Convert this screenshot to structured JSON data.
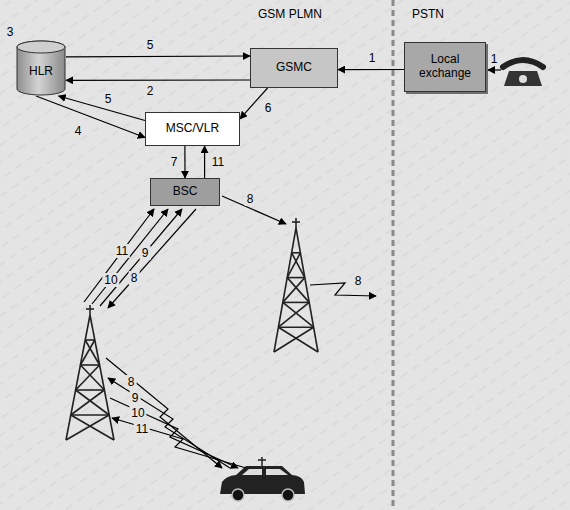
{
  "diagram": {
    "nodes": [
      {
        "text": [
          "HLR"
        ]
      },
      {
        "text": [
          "GSMC"
        ]
      },
      {
        "text": [
          "Local exchange"
        ]
      },
      {
        "text": [
          "MSC/VLR"
        ]
      },
      {
        "text": [
          "BSC"
        ]
      }
    ],
    "edges": [
      {
        "from": 2,
        "to": 1,
        "arrow": "to",
        "label": "1"
      },
      {
        "from": 1,
        "to": 0,
        "arrow": "to",
        "label": "2"
      },
      {
        "from": 0,
        "to": 1,
        "arrow": "to",
        "label": "5"
      },
      {
        "from": 0,
        "to": 3,
        "arrow": "to",
        "label": "4"
      },
      {
        "from": 3,
        "to": 0,
        "arrow": "to",
        "label": "5"
      },
      {
        "from": 1,
        "to": 3,
        "arrow": "to",
        "label": "6"
      },
      {
        "from": 3,
        "to": 4,
        "arrow": "to",
        "label": "7"
      },
      {
        "from": 4,
        "to": 3,
        "arrow": "to",
        "label": "11"
      }
    ],
    "labels": [
      "3",
      "GSM PLMN",
      "PSTN",
      "1",
      "8",
      "8",
      "11",
      "10",
      "9",
      "8",
      "8",
      "9",
      "10",
      "11"
    ]
  }
}
